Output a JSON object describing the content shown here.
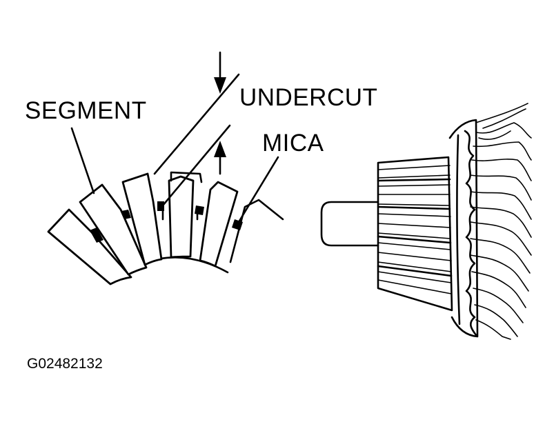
{
  "labels": {
    "segment": "SEGMENT",
    "undercut": "UNDERCUT",
    "mica": "MICA"
  },
  "figure_code": "G02482132",
  "colors": {
    "ink": "#000000",
    "paper": "#ffffff"
  }
}
